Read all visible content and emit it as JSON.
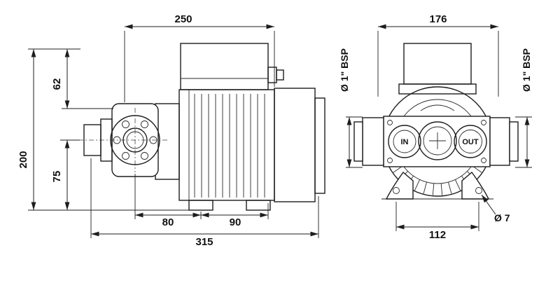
{
  "drawing": {
    "side": {
      "dim_250": "250",
      "dim_62": "62",
      "dim_200": "200",
      "dim_75": "75",
      "dim_80": "80",
      "dim_90": "90",
      "dim_315": "315"
    },
    "front": {
      "dim_176": "176",
      "dim_112": "112",
      "hole_dia": "Ø 7",
      "bsp_left": "Ø 1\" BSP",
      "bsp_right": "Ø 1\" BSP",
      "port_in": "IN",
      "port_out": "OUT"
    }
  }
}
